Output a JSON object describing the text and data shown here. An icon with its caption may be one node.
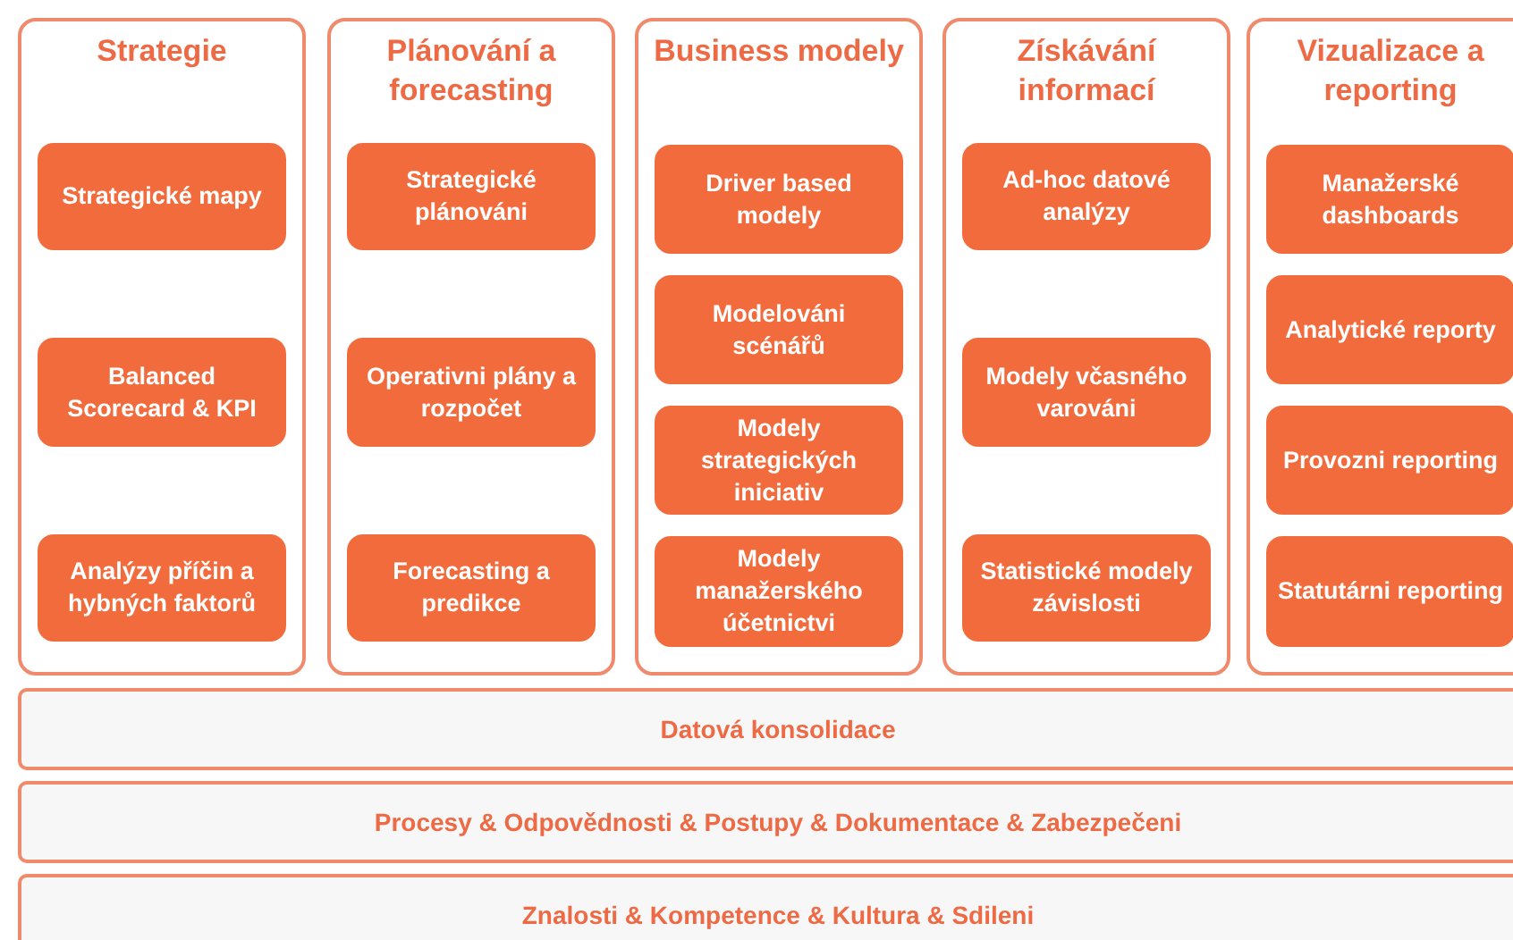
{
  "diagram": {
    "nodes": [
      {
        "text": [
          "Strategie"
        ]
      },
      {
        "text": [
          "Strategické mapy"
        ],
        "in": 0
      },
      {
        "text": [
          "Balanced Scorecard & KPI"
        ],
        "in": 0
      },
      {
        "text": [
          "Analýzy příčin a hybných faktorů"
        ],
        "in": 0
      },
      {
        "text": [
          "Plánování a forecasting"
        ]
      },
      {
        "text": [
          "Strategické plánováni"
        ],
        "in": 4
      },
      {
        "text": [
          "Operativni plány a rozpočet"
        ],
        "in": 4
      },
      {
        "text": [
          "Forecasting a predikce"
        ],
        "in": 4
      },
      {
        "text": [
          "Business modely"
        ]
      },
      {
        "text": [
          "Driver based modely"
        ],
        "in": 8
      },
      {
        "text": [
          "Modelováni scénářů"
        ],
        "in": 8
      },
      {
        "text": [
          "Modely strategických iniciativ"
        ],
        "in": 8
      },
      {
        "text": [
          "Modely manažerského účetnictvi"
        ],
        "in": 8
      },
      {
        "text": [
          "Získávání informací"
        ]
      },
      {
        "text": [
          "Ad-hoc datové analýzy"
        ],
        "in": 13
      },
      {
        "text": [
          "Modely včasného varováni"
        ],
        "in": 13
      },
      {
        "text": [
          "Statistické modely závislosti"
        ],
        "in": 13
      },
      {
        "text": [
          "Vizualizace a reporting"
        ]
      },
      {
        "text": [
          "Manažerské dashboards"
        ],
        "in": 17
      },
      {
        "text": [
          "Analytické reporty"
        ],
        "in": 17
      },
      {
        "text": [
          "Provozni reporting"
        ],
        "in": 17
      },
      {
        "text": [
          "Statutárni reporting"
        ],
        "in": 17
      },
      {
        "text": [
          "Datová konsolidace"
        ]
      },
      {
        "text": [
          "Procesy & Odpovědnosti & Postupy & Dokumentace & Zabezpečeni"
        ]
      },
      {
        "text": [
          "Znalosti & Kompetence & Kultura & Sdileni"
        ]
      }
    ]
  }
}
